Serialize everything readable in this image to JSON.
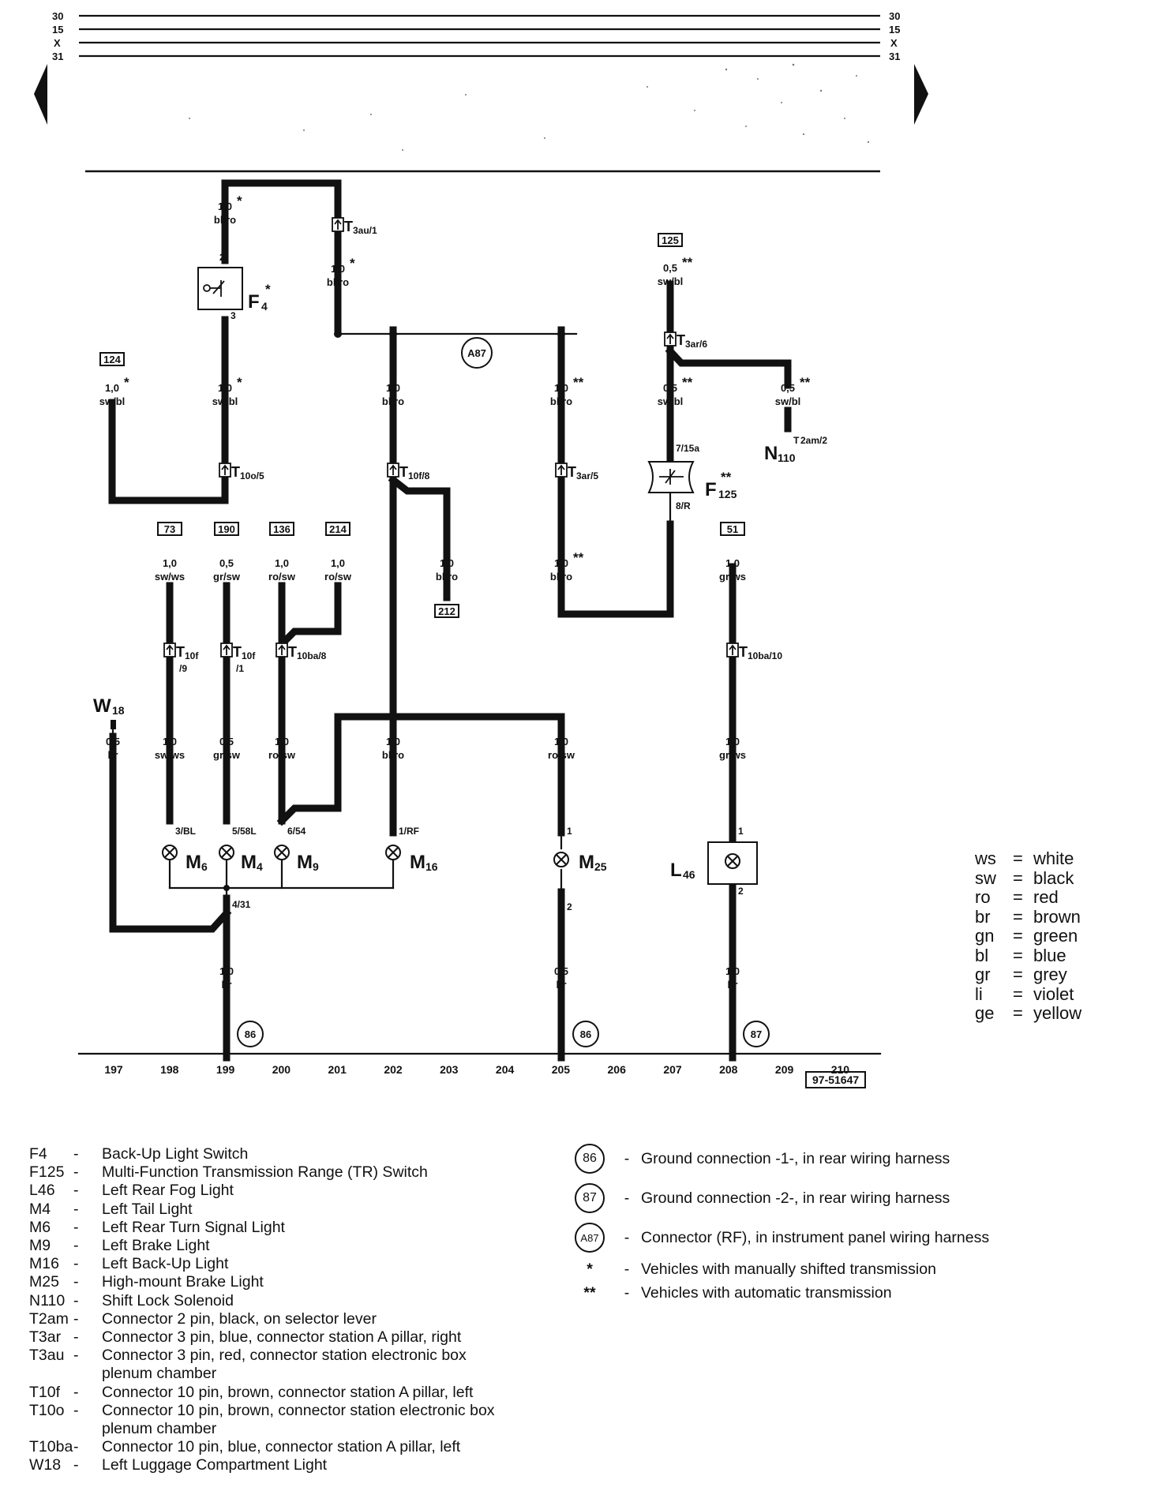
{
  "rails": {
    "labels": [
      "30",
      "15",
      "X",
      "31"
    ]
  },
  "tracks": [
    "197",
    "198",
    "199",
    "200",
    "201",
    "202",
    "203",
    "204",
    "205",
    "206",
    "207",
    "208",
    "209",
    "210"
  ],
  "document_number": "97-51647",
  "ref_boxes": {
    "b124": "124",
    "b125": "125",
    "b73": "73",
    "b190": "190",
    "b136": "136",
    "b214": "214",
    "b212": "212",
    "b51": "51"
  },
  "wire_specs": {
    "s_f4_top": {
      "gauge": "1,0",
      "color": "bl/ro",
      "star": "*"
    },
    "s_t3au": {
      "gauge": "1,0",
      "color": "bl/ro",
      "star": "*"
    },
    "s_124": {
      "gauge": "1,0",
      "color": "sw/bl",
      "star": "*"
    },
    "s_f4_bot": {
      "gauge": "1,0",
      "color": "sw/bl",
      "star": "*"
    },
    "s_202_top": {
      "gauge": "1,0",
      "color": "bl/ro",
      "star": ""
    },
    "s_205_top": {
      "gauge": "1,0",
      "color": "bl/ro",
      "star": "**"
    },
    "s_125": {
      "gauge": "0,5",
      "color": "sw/bl",
      "star": "**"
    },
    "s_t3ar6": {
      "gauge": "0,5",
      "color": "sw/bl",
      "star": "**"
    },
    "s_n110": {
      "gauge": "0,5",
      "color": "sw/bl",
      "star": "**"
    },
    "s_212": {
      "gauge": "1,0",
      "color": "bl/ro",
      "star": ""
    },
    "s_205_mid": {
      "gauge": "1,0",
      "color": "bl/ro",
      "star": "**"
    },
    "s_73": {
      "gauge": "1,0",
      "color": "sw/ws",
      "star": ""
    },
    "s_190": {
      "gauge": "0,5",
      "color": "gr/sw",
      "star": ""
    },
    "s_136": {
      "gauge": "1,0",
      "color": "ro/sw",
      "star": ""
    },
    "s_214": {
      "gauge": "1,0",
      "color": "ro/sw",
      "star": ""
    },
    "s_51": {
      "gauge": "1,0",
      "color": "gr/ws",
      "star": ""
    },
    "s_w18": {
      "gauge": "0,5",
      "color": "br",
      "star": ""
    },
    "s_m6": {
      "gauge": "1,0",
      "color": "sw/ws",
      "star": ""
    },
    "s_m4": {
      "gauge": "0,5",
      "color": "gr/sw",
      "star": ""
    },
    "s_m9": {
      "gauge": "1,0",
      "color": "ro/sw",
      "star": ""
    },
    "s_m16": {
      "gauge": "1,0",
      "color": "bl/ro",
      "star": ""
    },
    "s_m25": {
      "gauge": "1,0",
      "color": "ro/sw",
      "star": ""
    },
    "s_l46": {
      "gauge": "1,0",
      "color": "gr/ws",
      "star": ""
    },
    "s_gnd199": {
      "gauge": "1,0",
      "color": "br",
      "star": ""
    },
    "s_gnd205": {
      "gauge": "0,5",
      "color": "br",
      "star": ""
    },
    "s_gnd208": {
      "gauge": "1,0",
      "color": "br",
      "star": ""
    }
  },
  "connectors": {
    "c_t3au1": {
      "main": "T",
      "sub": "3au/1"
    },
    "c_t10o5": {
      "main": "T",
      "sub": "10o/5"
    },
    "c_t10f8": {
      "main": "T",
      "sub": "10f/8"
    },
    "c_t3ar5": {
      "main": "T",
      "sub": "3ar/5"
    },
    "c_t3ar6": {
      "main": "T",
      "sub": "3ar/6"
    },
    "c_t2am2": {
      "main": "T",
      "sub": "2am/2"
    },
    "c_t10f9": {
      "main": "T",
      "sub": "10f",
      "sub2": "/9"
    },
    "c_t10f1": {
      "main": "T",
      "sub": "10f",
      "sub2": "/1"
    },
    "c_t10ba8": {
      "main": "T",
      "sub": "10ba/8"
    },
    "c_t10ba10": {
      "main": "T",
      "sub": "10ba/10"
    }
  },
  "components": {
    "F4": {
      "main": "F",
      "sub": "4",
      "star": "*"
    },
    "F125": {
      "main": "F",
      "sub": "125",
      "star": "**"
    },
    "N110": {
      "main": "N",
      "sub": "110"
    },
    "W18": {
      "main": "W",
      "sub": "18"
    },
    "M6": {
      "main": "M",
      "sub": "6"
    },
    "M4": {
      "main": "M",
      "sub": "4"
    },
    "M9": {
      "main": "M",
      "sub": "9"
    },
    "M16": {
      "main": "M",
      "sub": "16"
    },
    "M25": {
      "main": "M",
      "sub": "25"
    },
    "L46": {
      "main": "L",
      "sub": "46"
    }
  },
  "pins": {
    "p_f4_2": "2",
    "p_f4_3": "3",
    "p_f125_a": "7/15a",
    "p_f125_b": "8/R",
    "p_m6": "3/BL",
    "p_m4": "5/58L",
    "p_m9": "6/54",
    "p_m16": "1/RF",
    "p_m25_1": "1",
    "p_m25_2": "2",
    "p_l46_1": "1",
    "p_l46_2": "2",
    "p_4_31": "4/31"
  },
  "ground_points": {
    "g86a": "86",
    "g86b": "86",
    "g87": "87",
    "a87": "A87"
  },
  "color_key": [
    {
      "code": "ws",
      "name": "white"
    },
    {
      "code": "sw",
      "name": "black"
    },
    {
      "code": "ro",
      "name": "red"
    },
    {
      "code": "br",
      "name": "brown"
    },
    {
      "code": "gn",
      "name": "green"
    },
    {
      "code": "bl",
      "name": "blue"
    },
    {
      "code": "gr",
      "name": "grey"
    },
    {
      "code": "li",
      "name": "violet"
    },
    {
      "code": "ge",
      "name": "yellow"
    }
  ],
  "legend": [
    {
      "code": "F4",
      "desc": "Back-Up Light Switch"
    },
    {
      "code": "F125",
      "desc": "Multi-Function Transmission Range (TR) Switch"
    },
    {
      "code": "L46",
      "desc": "Left Rear Fog Light"
    },
    {
      "code": "M4",
      "desc": "Left Tail Light"
    },
    {
      "code": "M6",
      "desc": "Left Rear Turn Signal Light"
    },
    {
      "code": "M9",
      "desc": "Left Brake Light"
    },
    {
      "code": "M16",
      "desc": "Left Back-Up Light"
    },
    {
      "code": "M25",
      "desc": "High-mount Brake Light"
    },
    {
      "code": "N110",
      "desc": "Shift Lock Solenoid"
    },
    {
      "code": "T2am",
      "desc": "Connector 2 pin, black, on selector lever"
    },
    {
      "code": "T3ar",
      "desc": "Connector 3 pin, blue, connector station A pillar, right"
    },
    {
      "code": "T3au",
      "desc": "Connector 3 pin, red, connector station electronic box"
    },
    {
      "code": "",
      "desc": "plenum chamber"
    },
    {
      "code": "T10f",
      "desc": "Connector 10 pin, brown, connector station A pillar, left"
    },
    {
      "code": "T10o",
      "desc": "Connector 10 pin, brown, connector station electronic box"
    },
    {
      "code": "",
      "desc": "plenum chamber"
    },
    {
      "code": "T10ba",
      "desc": "Connector 10 pin, blue, connector station A pillar, left"
    },
    {
      "code": "W18",
      "desc": "Left Luggage Compartment Light"
    }
  ],
  "legend_symbols": [
    {
      "symbol": "86",
      "desc": "Ground connection -1-, in rear wiring harness"
    },
    {
      "symbol": "87",
      "desc": "Ground connection -2-, in rear wiring harness"
    },
    {
      "symbol": "A87",
      "desc": "Connector (RF), in instrument panel wiring harness"
    },
    {
      "symbol": "*",
      "desc": "Vehicles with manually shifted transmission"
    },
    {
      "symbol": "**",
      "desc": "Vehicles with automatic transmission"
    }
  ]
}
